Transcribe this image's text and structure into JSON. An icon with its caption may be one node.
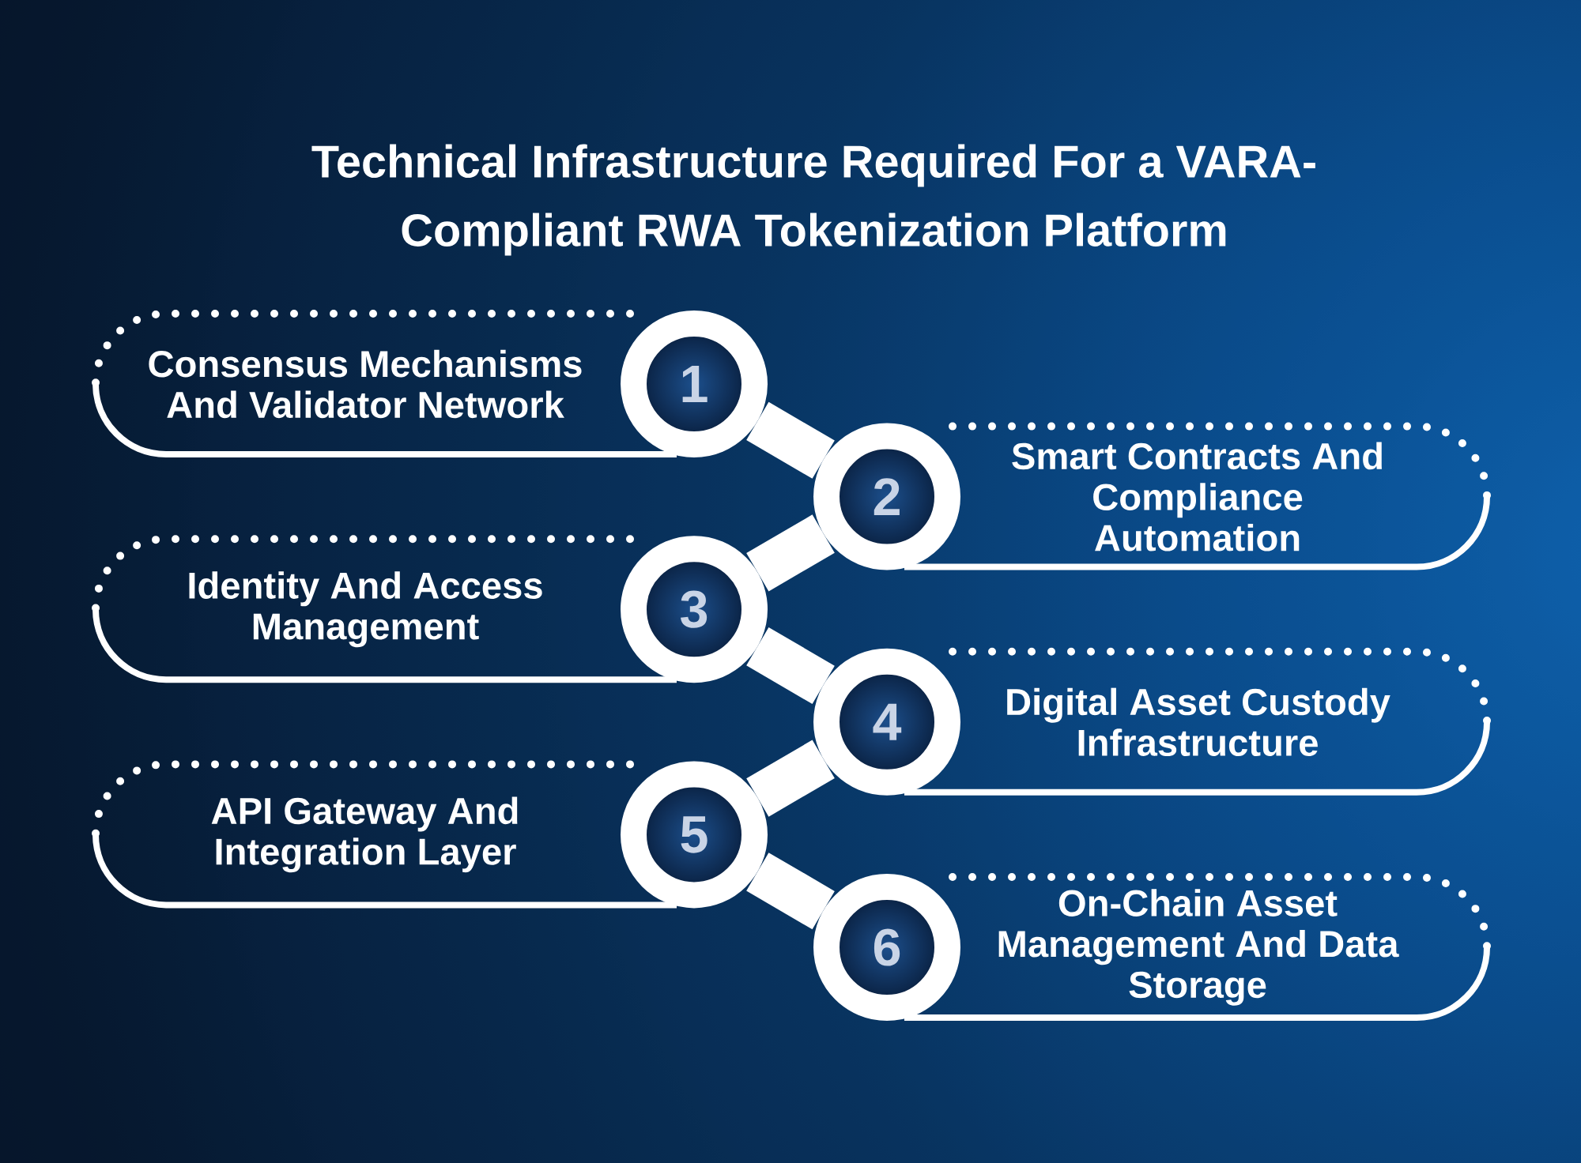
{
  "diagram": {
    "title": "Technical Infrastructure Required For a VARA- Compliant RWA Tokenization Platform",
    "nodes": [
      {
        "text": [
          "Consensus Mechanisms And Validator Network"
        ]
      },
      {
        "text": [
          "1"
        ]
      },
      {
        "text": [
          "2"
        ]
      },
      {
        "text": [
          "Smart Contracts And Compliance Automation"
        ]
      },
      {
        "text": [
          "Identity And Access Management"
        ]
      },
      {
        "text": [
          "3"
        ]
      },
      {
        "text": [
          "4"
        ]
      },
      {
        "text": [
          "Digital Asset Custody Infrastructure"
        ]
      },
      {
        "text": [
          "API Gateway And Integration Layer"
        ]
      },
      {
        "text": [
          "5"
        ]
      },
      {
        "text": [
          "6"
        ]
      },
      {
        "text": [
          "On-Chain Asset Management And Data Storage"
        ]
      }
    ],
    "edges": [
      {
        "from": 1,
        "to": 2,
        "arrow": "none"
      },
      {
        "from": 2,
        "to": 5,
        "arrow": "none"
      },
      {
        "from": 5,
        "to": 6,
        "arrow": "none"
      },
      {
        "from": 6,
        "to": 9,
        "arrow": "none"
      },
      {
        "from": 9,
        "to": 10,
        "arrow": "none"
      }
    ]
  }
}
